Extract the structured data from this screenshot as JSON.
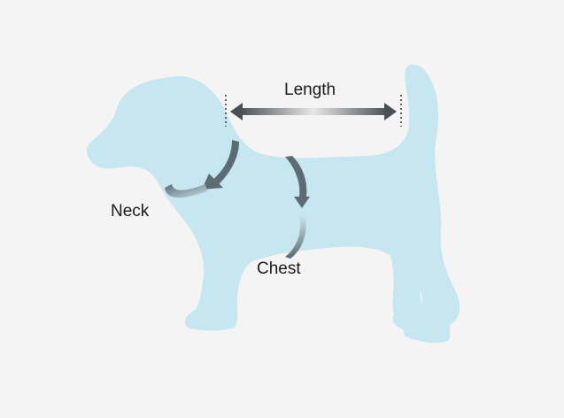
{
  "labels": {
    "length": "Length",
    "neck": "Neck",
    "chest": "Chest"
  },
  "colors": {
    "background": "#f4f4f5",
    "dog": "#c6e6f0",
    "arrow": "#5d6b73"
  }
}
